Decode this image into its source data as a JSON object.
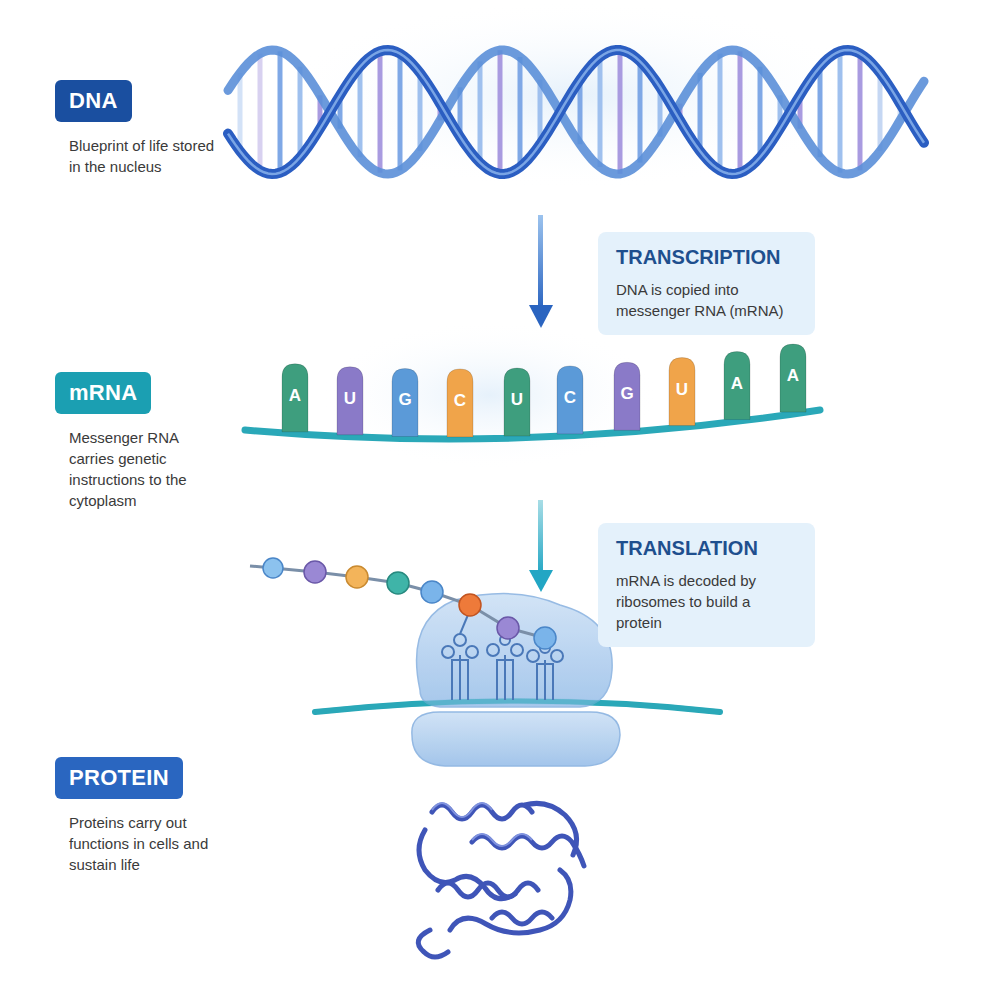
{
  "diagram": {
    "nodes": [
      {
        "text": [
          "DNA",
          "Blueprint of life stored in the nucleus"
        ]
      },
      {
        "text": [
          "TRANSCRIPTION",
          "DNA is copied into messenger RNA (mRNA)"
        ]
      },
      {
        "text": [
          "mRNA",
          "Messenger RNA carries genetic instructions to the cytoplasm"
        ]
      },
      {
        "text": [
          "TRANSLATION",
          "mRNA is decoded by ribosomes to build a protein"
        ]
      },
      {
        "text": [
          "PROTEIN",
          "Proteins carry out functions in cells and sustain life"
        ]
      }
    ],
    "labels": [
      "A",
      "U",
      "G",
      "C",
      "U",
      "C",
      "G",
      "U",
      "A",
      "A"
    ]
  }
}
